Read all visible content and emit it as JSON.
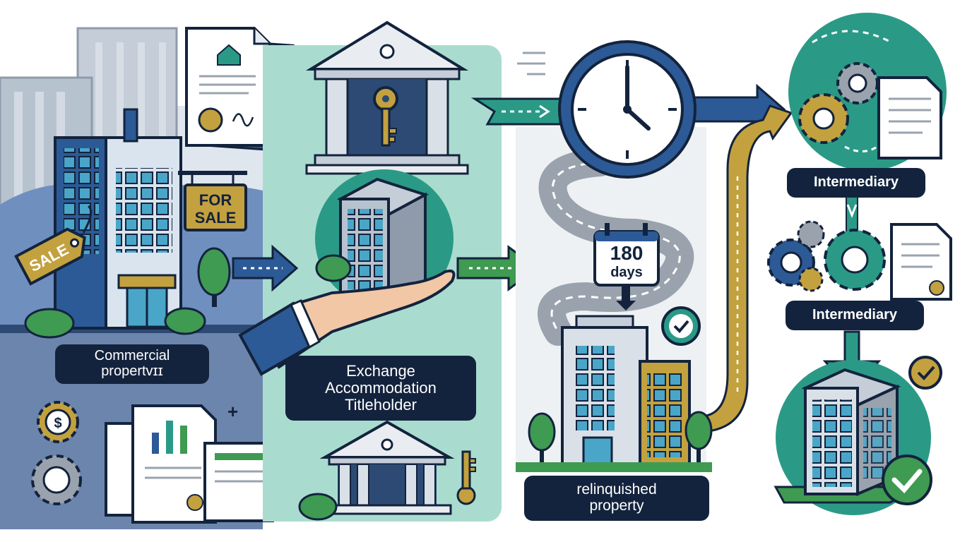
{
  "signs": {
    "sale_tag": "SALE",
    "for_sale_line1": "FOR",
    "for_sale_line2": "SALE",
    "days_number": "180",
    "days_unit": "days"
  },
  "labels": {
    "commercial_line1": "Commercial",
    "commercial_line2": "propertvɪɪ",
    "eat_line1": "Exchange",
    "eat_line2": "Accommodation",
    "eat_line3": "Titleholder",
    "intermediary_top": "Intermediary",
    "intermediary_mid": "Intermediary",
    "relinquished_line1": "relinquished",
    "relinquished_line2": "property"
  },
  "colors": {
    "navy": "#13233d",
    "blue": "#2c5a96",
    "teal": "#2a9a86",
    "mint": "#a9dccf",
    "gold": "#c3a13f",
    "green": "#3f9a52",
    "grey": "#9aa3ad"
  },
  "icons": [
    "gear-icon",
    "dollar-gear-icon",
    "key-icon",
    "clock-icon",
    "calendar-icon",
    "check-icon",
    "document-icon",
    "chart-icon",
    "bank-icon",
    "hand-icon"
  ]
}
